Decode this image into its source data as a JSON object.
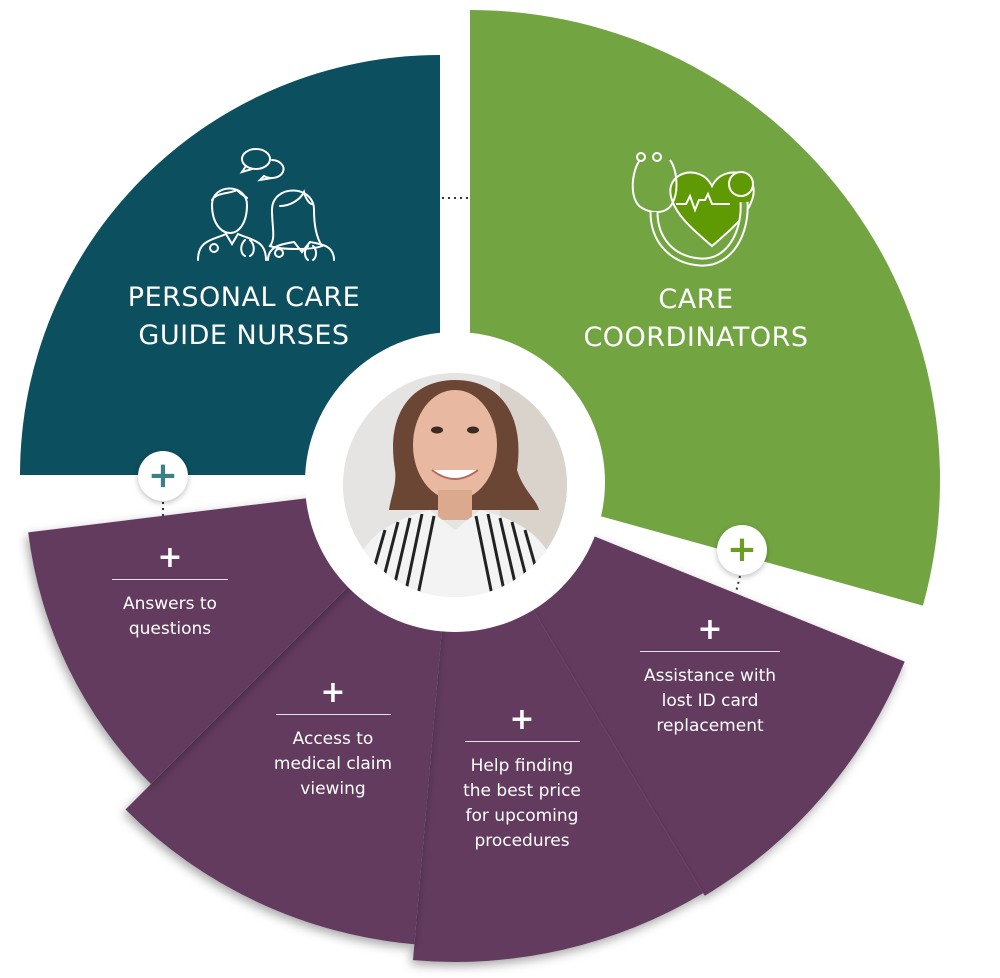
{
  "colors": {
    "teal": "#0c4f5f",
    "green": "#72a542",
    "purple": "#633a5f",
    "heart": "#5f9a05",
    "teal_plus": "#3d7f87",
    "green_plus": "#6a9e1e"
  },
  "teal_segment": {
    "title_line1": "PERSONAL CARE",
    "title_line2": "GUIDE NURSES",
    "icon": "nurses-icon"
  },
  "green_segment": {
    "title_line1": "CARE",
    "title_line2": "COORDINATORS",
    "icon": "stethoscope-heart-icon"
  },
  "expand_plus": "+",
  "services": [
    {
      "plus": "+",
      "text": "Answers to questions"
    },
    {
      "plus": "+",
      "text": "Access to medical claim viewing"
    },
    {
      "plus": "+",
      "text": "Help finding the best price for upcoming procedures"
    },
    {
      "plus": "+",
      "text": "Assistance with lost ID card replacement"
    }
  ]
}
